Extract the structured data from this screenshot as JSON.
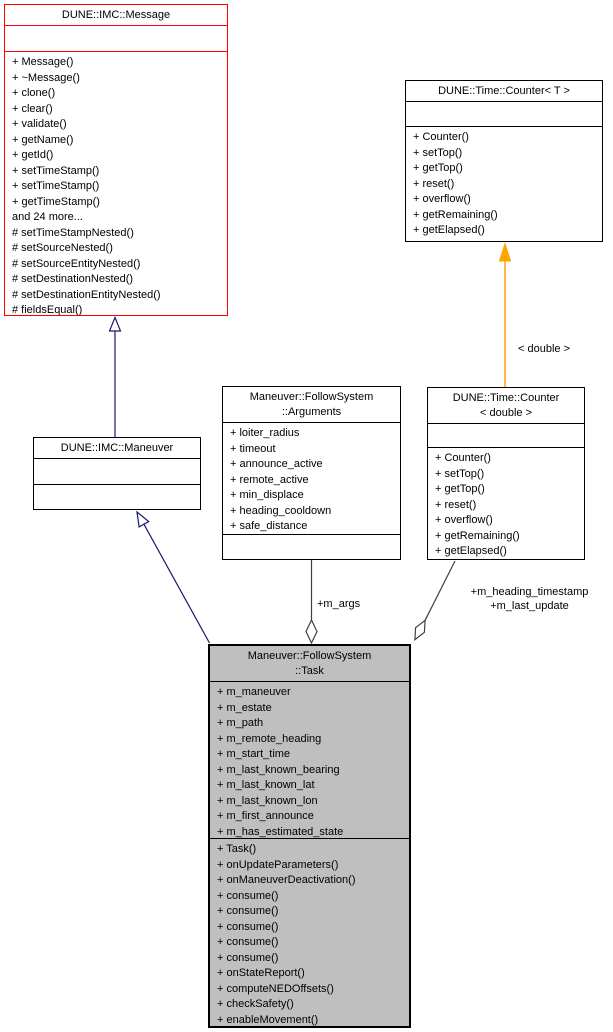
{
  "diagram": {
    "type": "uml-collaboration-diagram",
    "colors": {
      "inheritance_edge": "#191970",
      "template_edge": "#ffa500",
      "member_edge": "#404040",
      "truncated_node_border": "#ff0000",
      "node_border": "#000000",
      "current_node_fill": "#bfbfbf",
      "node_fill": "#ffffff"
    }
  },
  "classes": {
    "message": {
      "title": "DUNE::IMC::Message",
      "methods": [
        "+ Message()",
        "+ ~Message()",
        "+ clone()",
        "+ clear()",
        "+ validate()",
        "+ getName()",
        "+ getId()",
        "+ setTimeStamp()",
        "+ setTimeStamp()",
        "+ getTimeStamp()",
        "and 24 more...",
        "# setTimeStampNested()",
        "# setSourceNested()",
        "# setSourceEntityNested()",
        "# setDestinationNested()",
        "# setDestinationEntityNested()",
        "# fieldsEqual()"
      ]
    },
    "counter_t": {
      "title": "DUNE::Time::Counter< T >",
      "methods": [
        "+ Counter()",
        "+ setTop()",
        "+ getTop()",
        "+ reset()",
        "+ overflow()",
        "+ getRemaining()",
        "+ getElapsed()"
      ]
    },
    "maneuver": {
      "title": "DUNE::IMC::Maneuver"
    },
    "arguments": {
      "title_line1": "Maneuver::FollowSystem",
      "title_line2": "::Arguments",
      "attributes": [
        "+ loiter_radius",
        "+ timeout",
        "+ announce_active",
        "+ remote_active",
        "+ min_displace",
        "+ heading_cooldown",
        "+ safe_distance"
      ]
    },
    "counter_double": {
      "title_line1": "DUNE::Time::Counter",
      "title_line2": "< double >",
      "methods": [
        "+ Counter()",
        "+ setTop()",
        "+ getTop()",
        "+ reset()",
        "+ overflow()",
        "+ getRemaining()",
        "+ getElapsed()"
      ]
    },
    "task": {
      "title_line1": "Maneuver::FollowSystem",
      "title_line2": "::Task",
      "attributes": [
        "+ m_maneuver",
        "+ m_estate",
        "+ m_path",
        "+ m_remote_heading",
        "+ m_start_time",
        "+ m_last_known_bearing",
        "+ m_last_known_lat",
        "+ m_last_known_lon",
        "+ m_first_announce",
        "+ m_has_estimated_state"
      ],
      "methods": [
        "+ Task()",
        "+ onUpdateParameters()",
        "+ onManeuverDeactivation()",
        "+ consume()",
        "+ consume()",
        "+ consume()",
        "+ consume()",
        "+ consume()",
        "+ onStateReport()",
        "+ computeNEDOffsets()",
        "+ checkSafety()",
        "+ enableMovement()"
      ]
    }
  },
  "edge_labels": {
    "m_args": "+m_args",
    "m_heading_timestamp": "+m_heading_timestamp",
    "m_last_update": "+m_last_update",
    "template_instance": "< double >"
  }
}
